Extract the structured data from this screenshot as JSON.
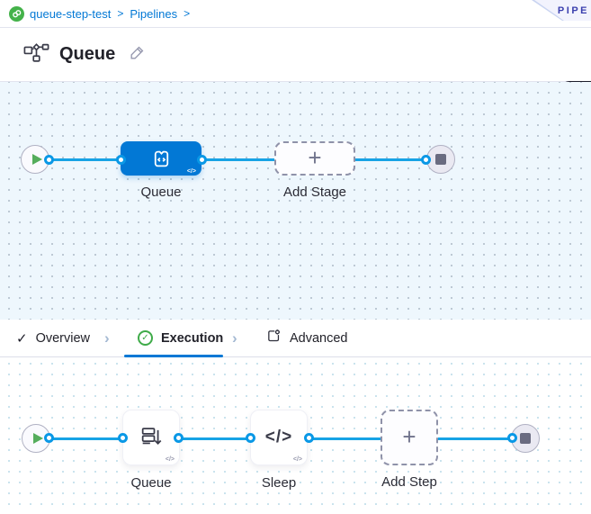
{
  "breadcrumb": {
    "items": [
      {
        "label": "queue-step-test"
      },
      {
        "label": "Pipelines"
      }
    ],
    "separator": ">"
  },
  "ribbon": {
    "label": "PIPE"
  },
  "header": {
    "title": "Queue",
    "view_mode": "VISUAL"
  },
  "glyphs": {
    "plus": "+",
    "code": "</>",
    "check": "✓",
    "chevron": "›"
  },
  "stage_graph": {
    "stage_label": "Queue",
    "add_stage_label": "Add Stage"
  },
  "tabs": [
    {
      "label": "Overview"
    },
    {
      "label": "Execution"
    },
    {
      "label": "Advanced"
    }
  ],
  "execution_graph": {
    "steps": [
      {
        "label": "Queue"
      },
      {
        "label": "Sleep"
      }
    ],
    "add_step_label": "Add Step"
  },
  "colors": {
    "primary_blue": "#0278d5",
    "connector_blue": "#17a3e5",
    "success_green": "#44b24a",
    "stage_node_blue": "#0278d5",
    "pill_bg": "#1d1d2c",
    "ribbon_text": "#3a3fae",
    "stage_canvas_bg": "#eef7fd",
    "end_node_fill": "#eae9f2"
  }
}
